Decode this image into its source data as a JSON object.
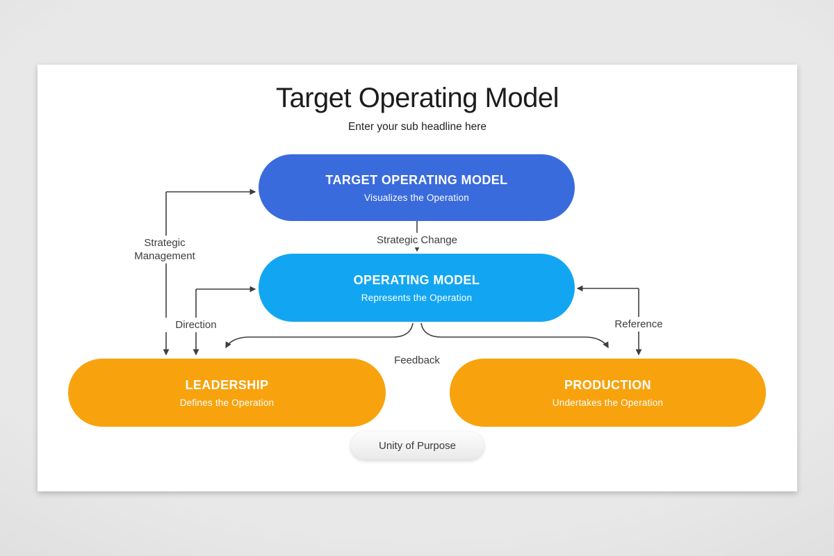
{
  "slide": {
    "title": "Target Operating Model",
    "subtitle": "Enter your sub headline here"
  },
  "nodes": {
    "target_operating_model": {
      "title": "TARGET OPERATING MODEL",
      "subtitle": "Visualizes the Operation"
    },
    "operating_model": {
      "title": "OPERATING MODEL",
      "subtitle": "Represents the Operation"
    },
    "leadership": {
      "title": "LEADERSHIP",
      "subtitle": "Defines the Operation"
    },
    "production": {
      "title": "PRODUCTION",
      "subtitle": "Undertakes the Operation"
    },
    "unity_of_purpose": {
      "label": "Unity of Purpose"
    }
  },
  "connector_labels": {
    "strategic_management": "Strategic Management",
    "strategic_change": "Strategic Change",
    "direction": "Direction",
    "reference": "Reference",
    "feedback": "Feedback"
  },
  "colors": {
    "tom_blue": "#3a6bdd",
    "om_light_blue": "#12a6f2",
    "orange": "#f8a20d",
    "line_gray": "#3e3e3e",
    "unity_pill_gray": "#eeeeee",
    "slide_bg": "#ffffff",
    "desktop_bg": "#d9d9d9"
  }
}
